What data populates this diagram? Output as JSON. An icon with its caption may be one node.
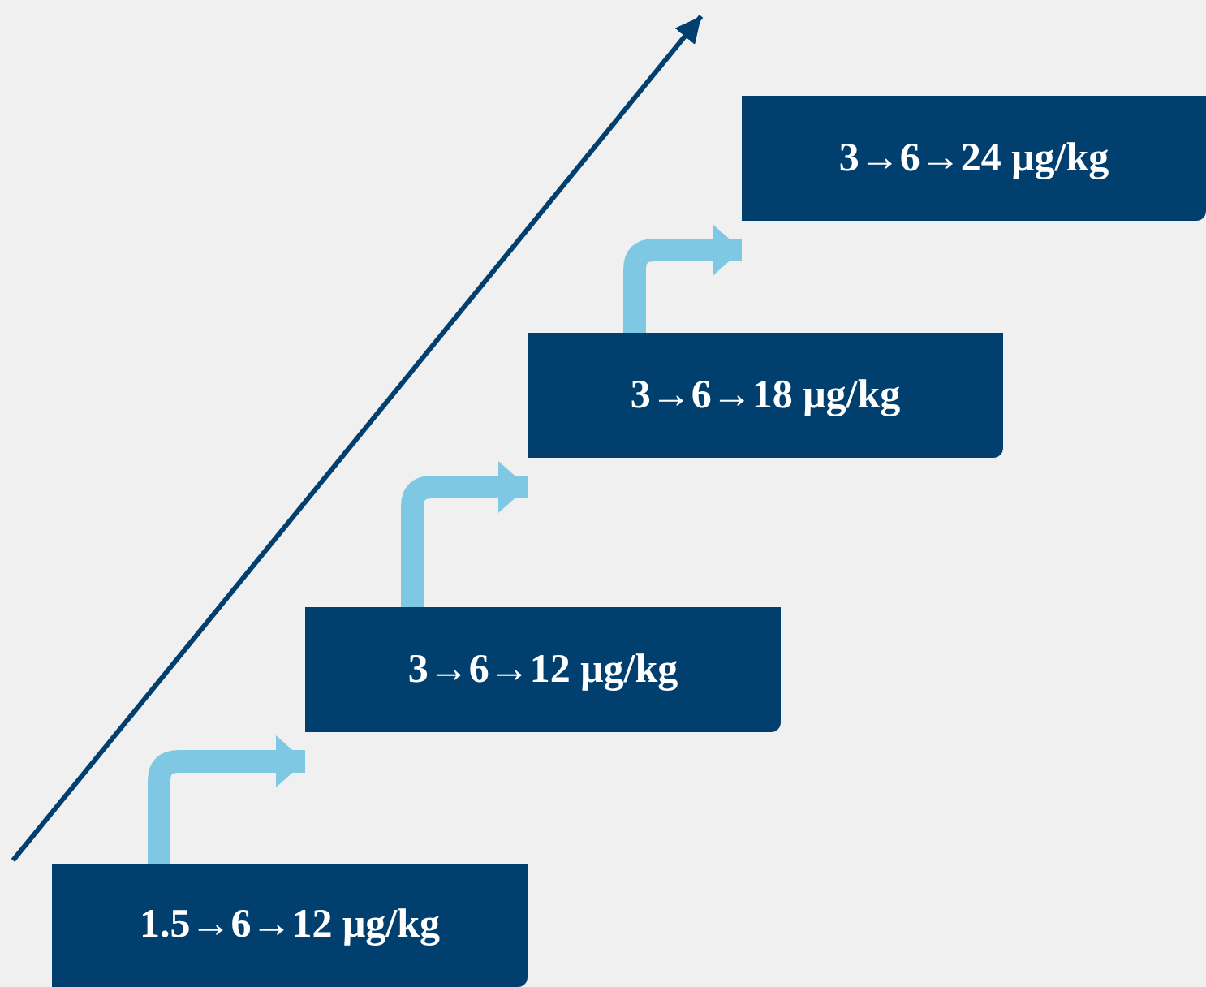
{
  "diagram": {
    "nodes": [
      {
        "text": [
          "1.5→6→12 μg/kg"
        ]
      },
      {
        "text": [
          "3→6→12 μg/kg"
        ]
      },
      {
        "text": [
          "3→6→18 μg/kg"
        ]
      },
      {
        "text": [
          "3→6→24 μg/kg"
        ]
      }
    ],
    "edges": [
      {
        "from": 0,
        "to": 1,
        "arrow": "to"
      },
      {
        "from": 1,
        "to": 2,
        "arrow": "to"
      },
      {
        "from": 2,
        "to": 3,
        "arrow": "to"
      }
    ]
  }
}
